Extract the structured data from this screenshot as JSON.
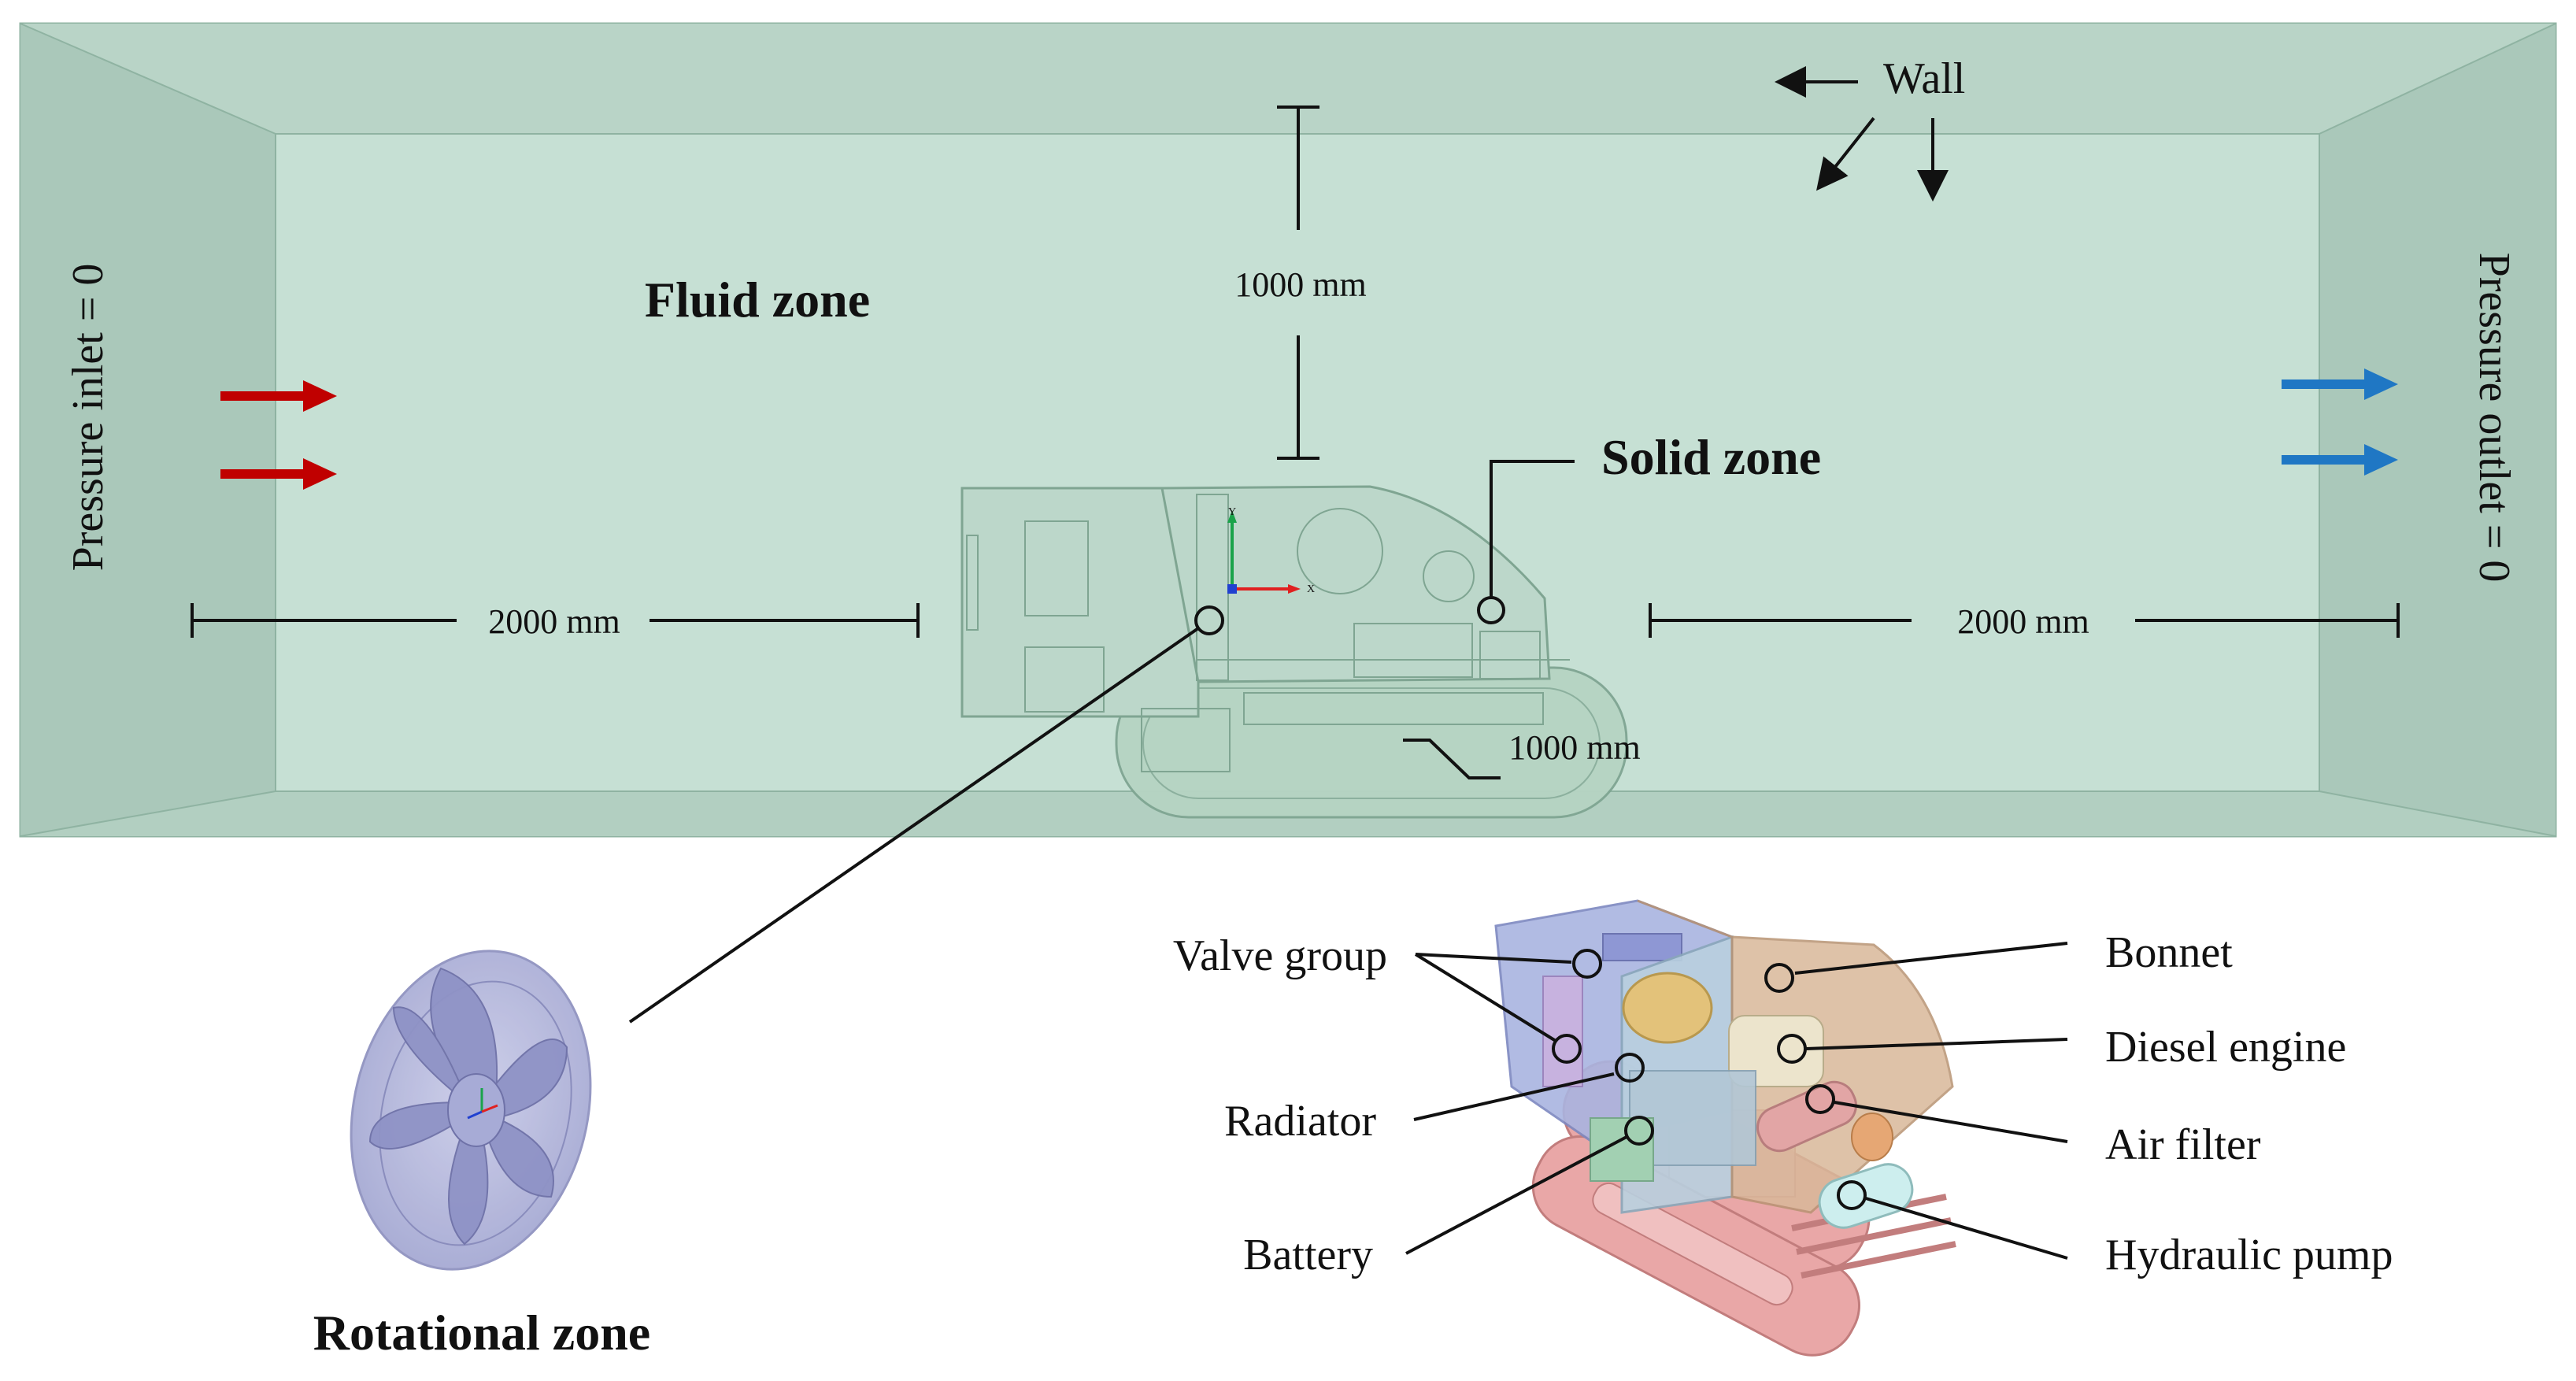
{
  "labels": {
    "wall": "Wall",
    "fluid_zone": "Fluid zone",
    "solid_zone": "Solid zone",
    "rotational_zone": "Rotational zone",
    "pressure_inlet": "Pressure inlet = 0",
    "pressure_outlet": "Pressure outlet = 0",
    "dim_top": "1000 mm",
    "dim_left": "2000 mm",
    "dim_right": "2000 mm",
    "dim_bottom": "1000 mm",
    "axis_x": "X",
    "axis_y": "Y"
  },
  "components_left": [
    "Valve group",
    "Radiator",
    "Battery"
  ],
  "components_right": [
    "Bonnet",
    "Diesel engine",
    "Air filter",
    "Hydraulic pump"
  ],
  "colors": {
    "domain_back": "#c6e0d4",
    "domain_top": "#b7d3c6",
    "domain_side": "#adc9bc",
    "domain_edge": "#8fb3a2",
    "inlet_arrow": "#c00000",
    "outlet_arrow": "#1f77c4",
    "fan": "#9ea2cf",
    "track": "#e9a7a7",
    "bonnet": "#d9b89a",
    "valve_box": "#a9b4e0"
  }
}
